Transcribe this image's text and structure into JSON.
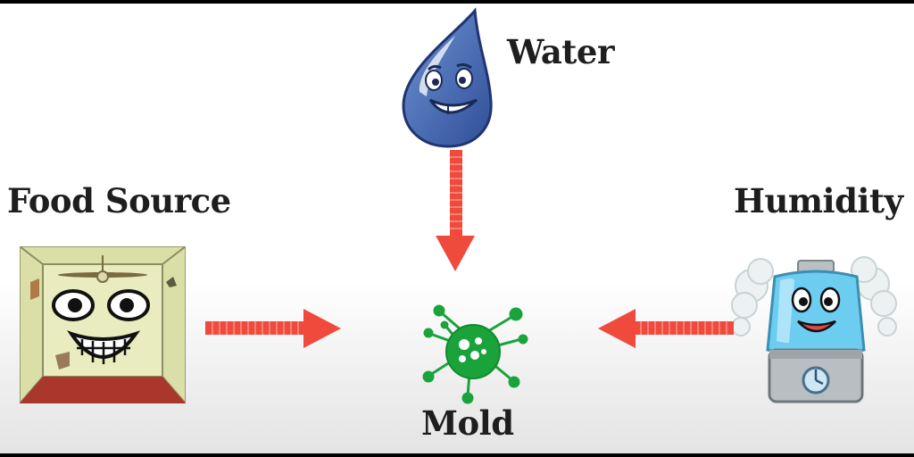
{
  "diagram": {
    "nodes": {
      "water": "Water",
      "food_source": "Food Source",
      "humidity": "Humidity",
      "mold": "Mold"
    },
    "edges": [
      {
        "from": "water",
        "to": "mold"
      },
      {
        "from": "food_source",
        "to": "mold"
      },
      {
        "from": "humidity",
        "to": "mold"
      }
    ],
    "icons": {
      "water": "water-drop-icon",
      "food_source": "room-face-icon",
      "humidity": "humidifier-icon",
      "mold": "mold-spore-icon"
    },
    "colors": {
      "arrow": "#ef4a3c",
      "mold": "#1aa33a",
      "water": "#3f66b0",
      "humidifier_tank": "#5bc2ea",
      "label": "#1e1e1e"
    }
  }
}
